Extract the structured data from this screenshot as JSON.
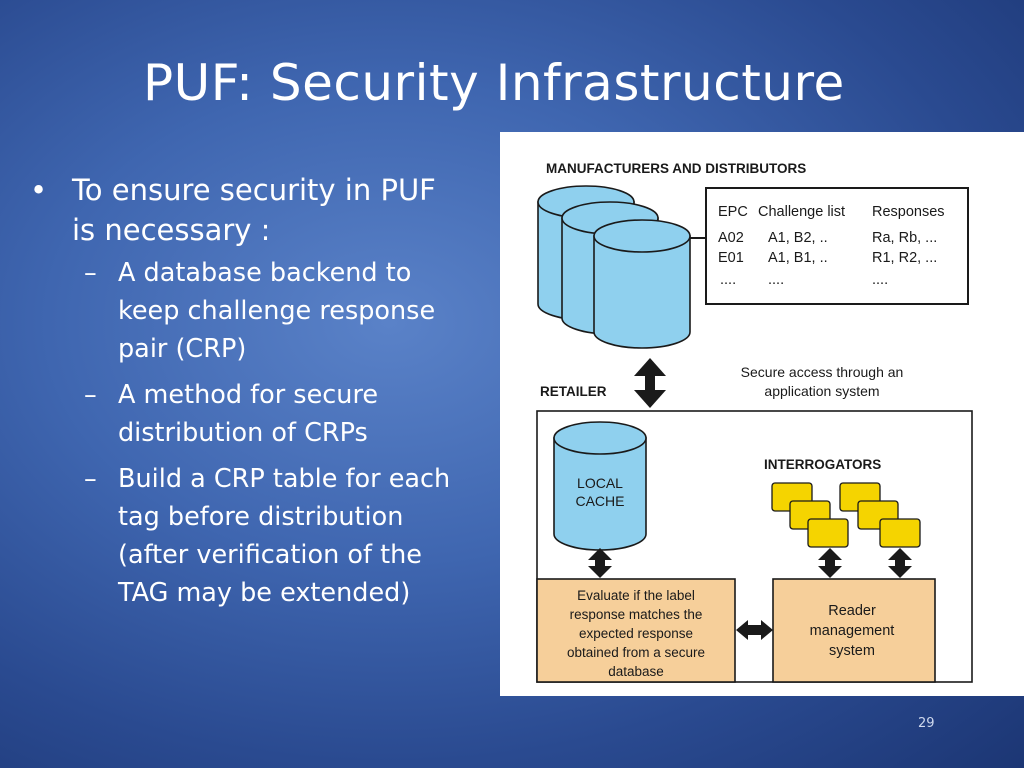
{
  "slide": {
    "title": "PUF: Security Infrastructure",
    "page_number": "29"
  },
  "bullets": {
    "main": {
      "marker": "•",
      "lines": [
        "To ensure security in PUF",
        "is necessary :"
      ]
    },
    "subs": [
      {
        "marker": "–",
        "lines": [
          "A database backend to",
          "keep challenge response",
          "pair (CRP)"
        ]
      },
      {
        "marker": "–",
        "lines": [
          "A method for secure",
          "distribution of CRPs"
        ]
      },
      {
        "marker": "–",
        "lines": [
          "Build a CRP table for each",
          "tag before distribution",
          "(after verification of the",
          "TAG may be extended)"
        ]
      }
    ]
  },
  "diagram": {
    "manufacturers_label": "MANUFACTURERS AND DISTRIBUTORS",
    "table": {
      "headers": [
        "EPC",
        "Challenge list",
        "Responses"
      ],
      "rows": [
        [
          "A02",
          "A1, B2, ..",
          "Ra, Rb, ..."
        ],
        [
          "E01",
          "A1, B1, ..",
          "R1, R2, ..."
        ],
        [
          "....",
          "....",
          "...."
        ]
      ]
    },
    "retailer_label": "RETAILER",
    "secure_access_lines": [
      "Secure access through an",
      "application system"
    ],
    "local_cache_lines": [
      "LOCAL",
      "CACHE"
    ],
    "interrogators_label": "INTERROGATORS",
    "evaluate_lines": [
      "Evaluate if the label",
      "response matches the",
      "expected response",
      "obtained from a secure",
      "database"
    ],
    "reader_lines": [
      "Reader",
      "management",
      "system"
    ],
    "colors": {
      "cylinder_fill": "#8fd0ee",
      "tag_fill": "#f5d400",
      "box_fill": "#f6cf9a",
      "stroke": "#1a1a1a"
    }
  }
}
